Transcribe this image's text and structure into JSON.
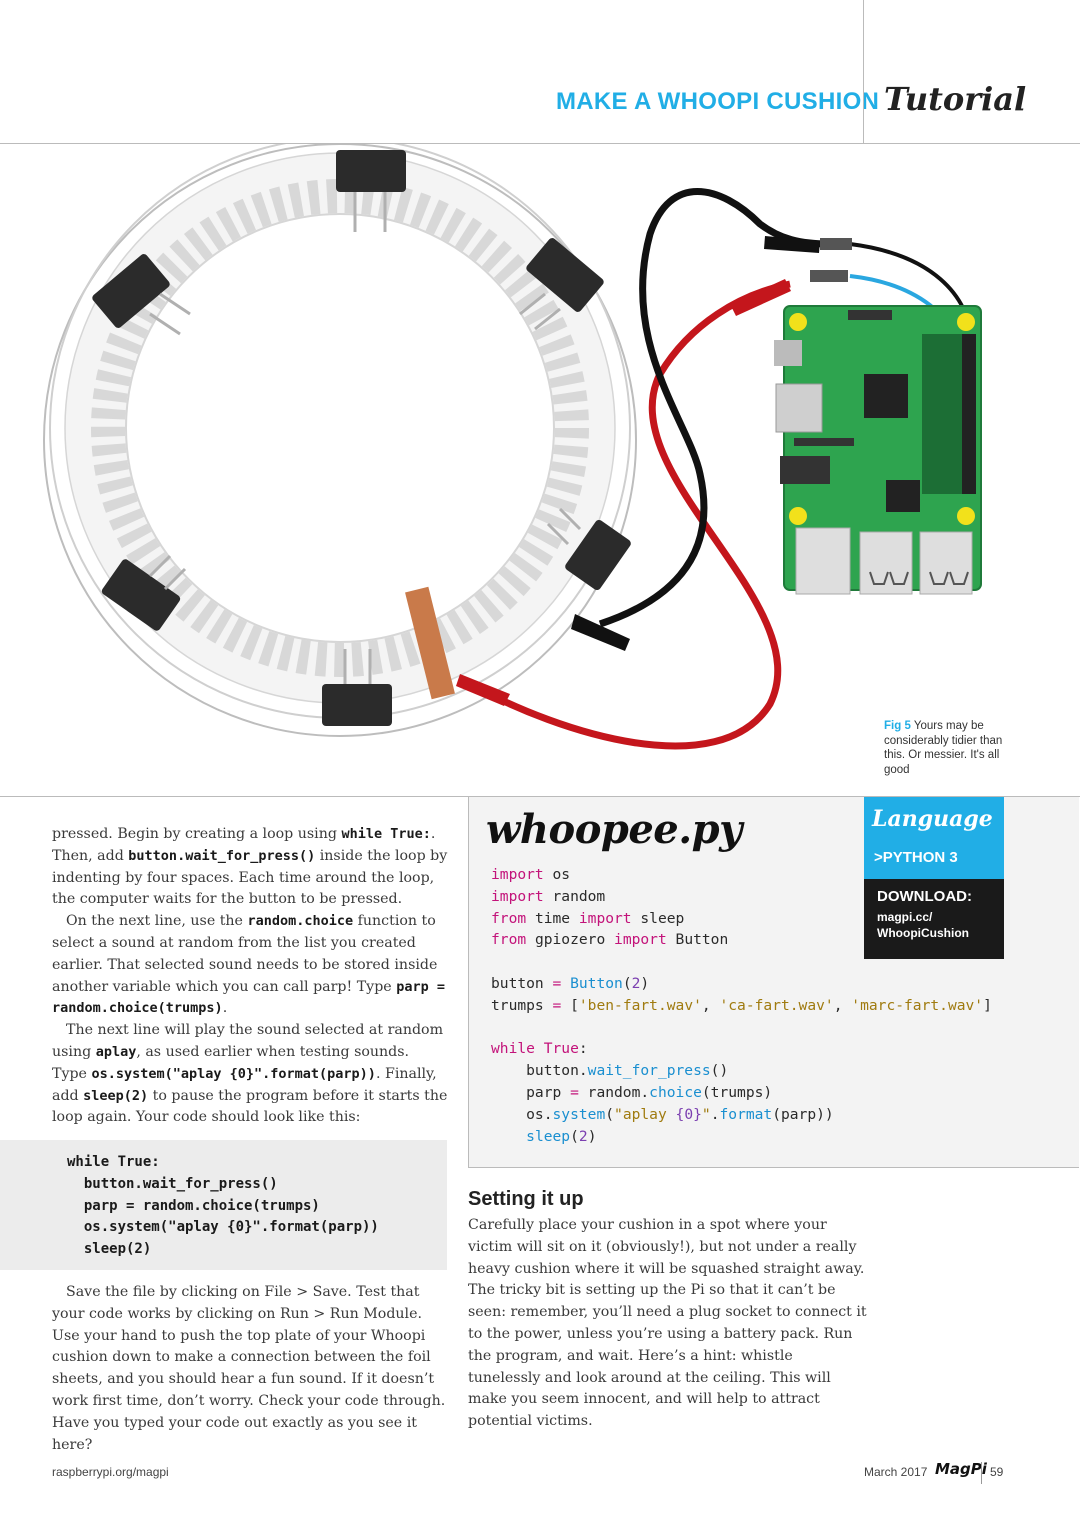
{
  "header": {
    "section_title": "MAKE A WHOOPI CUSHION",
    "category": "Tutorial"
  },
  "figure": {
    "caption_label": "Fig 5",
    "caption_text": "Yours may be considerably tidier than this. Or messier. It's all good"
  },
  "left_column": {
    "paragraphs": [
      [
        "pressed. Begin by creating a loop using ",
        {
          "code": "while True:"
        },
        ". Then, add ",
        {
          "code": "button.wait_for_press()"
        },
        " inside the loop by indenting by four spaces. Each time around the loop, the computer waits for the button to be pressed."
      ],
      [
        "On the next line, use the ",
        {
          "code": "random.choice"
        },
        " function to select a sound at random from the list you created earlier. That selected sound needs to be stored inside another variable which you can call parp! Type ",
        {
          "code": "parp = random.choice(trumps)"
        },
        "."
      ],
      [
        "The next line will play the sound selected at random using ",
        {
          "code": "aplay"
        },
        ", as used earlier when testing sounds. Type ",
        {
          "code": "os.system(\"aplay {0}\".format(parp))"
        },
        ". Finally, add ",
        {
          "code": "sleep(2)"
        },
        " to pause the program before it starts the loop again. Your code should look like this:"
      ]
    ],
    "code_snippet": "while True:\n  button.wait_for_press()\n  parp = random.choice(trumps)\n  os.system(\"aplay {0}\".format(parp))\n  sleep(2)",
    "after_code": "Save the file by clicking on File > Save. Test that your code works by clicking on Run > Run Module. Use your hand to push the top plate of your Whoopi cushion down to make a connection between the foil sheets, and you should hear a fun sound. If it doesn’t work first time, don’t worry. Check your code through. Have you typed your code out exactly as you see it here?"
  },
  "listing": {
    "title": "whoopee.py",
    "lines": [
      [
        [
          "kw",
          "import"
        ],
        [
          "t",
          " os"
        ]
      ],
      [
        [
          "kw",
          "import"
        ],
        [
          "t",
          " random"
        ]
      ],
      [
        [
          "kw",
          "from"
        ],
        [
          "t",
          " time "
        ],
        [
          "kw",
          "import"
        ],
        [
          "t",
          " sleep"
        ]
      ],
      [
        [
          "kw",
          "from"
        ],
        [
          "t",
          " gpiozero "
        ],
        [
          "kw",
          "import"
        ],
        [
          "t",
          " Button"
        ]
      ],
      [],
      [
        [
          "t",
          "button "
        ],
        [
          "kw",
          "="
        ],
        [
          "t",
          " "
        ],
        [
          "fn",
          "Button"
        ],
        [
          "t",
          "("
        ],
        [
          "nm",
          "2"
        ],
        [
          "t",
          ")"
        ]
      ],
      [
        [
          "t",
          "trumps "
        ],
        [
          "kw",
          "="
        ],
        [
          "t",
          " ["
        ],
        [
          "st",
          "'ben-fart.wav'"
        ],
        [
          "t",
          ", "
        ],
        [
          "st",
          "'ca-fart.wav'"
        ],
        [
          "t",
          ", "
        ],
        [
          "st",
          "'marc-fart.wav'"
        ],
        [
          "t",
          "]"
        ]
      ],
      [],
      [
        [
          "kw",
          "while"
        ],
        [
          "t",
          " "
        ],
        [
          "kw",
          "True"
        ],
        [
          "t",
          ":"
        ]
      ],
      [
        [
          "t",
          "    button."
        ],
        [
          "fn",
          "wait_for_press"
        ],
        [
          "t",
          "()"
        ]
      ],
      [
        [
          "t",
          "    parp "
        ],
        [
          "kw",
          "="
        ],
        [
          "t",
          " random."
        ],
        [
          "fn",
          "choice"
        ],
        [
          "t",
          "(trumps)"
        ]
      ],
      [
        [
          "t",
          "    os."
        ],
        [
          "fn",
          "system"
        ],
        [
          "t",
          "("
        ],
        [
          "st",
          "\"aplay "
        ],
        [
          "nm",
          "{0}"
        ],
        [
          "st",
          "\""
        ],
        [
          "t",
          "."
        ],
        [
          "fn",
          "format"
        ],
        [
          "t",
          "(parp))"
        ]
      ],
      [
        [
          "t",
          "    "
        ],
        [
          "fn",
          "sleep"
        ],
        [
          "t",
          "("
        ],
        [
          "nm",
          "2"
        ],
        [
          "t",
          ")"
        ]
      ]
    ]
  },
  "language_box": {
    "title": "Language",
    "value": ">PYTHON 3",
    "download_label": "DOWNLOAD:",
    "download_url": "magpi.cc/ WhoopiCushion"
  },
  "setting_up": {
    "heading": "Setting it up",
    "text": "Carefully place your cushion in a spot where your victim will sit on it (obviously!), but not under a really heavy cushion where it will be squashed straight away. The tricky bit is setting up the Pi so that it can’t be seen: remember, you’ll need a plug socket to connect it to the power, unless you’re using a battery pack. Run the program, and wait. Here’s a hint: whistle tunelessly and look around at the ceiling. This will make you seem innocent, and will help to attract potential victims."
  },
  "footer": {
    "url": "raspberrypi.org/magpi",
    "date": "March 2017",
    "logo": "MagPi",
    "page": "59"
  },
  "colors": {
    "accent": "#21aee6",
    "keyword": "#c3137a",
    "function": "#1a8fd0",
    "string": "#a07b10",
    "board": "#2ea44f"
  }
}
